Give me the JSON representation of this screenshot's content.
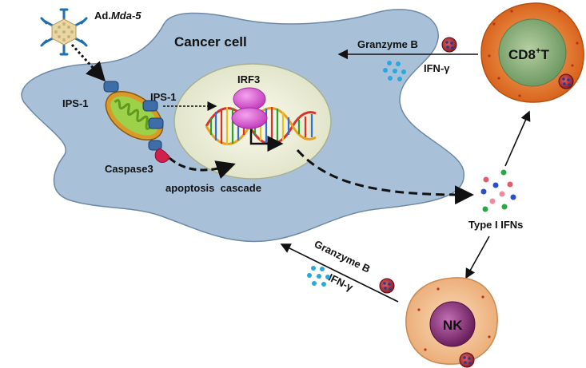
{
  "labels": {
    "virus_prefix": "Ad.",
    "virus_gene": "Mda-5",
    "cancer_cell": "Cancer cell",
    "ips1_left": "IPS-1",
    "ips1_right": "IPS-1",
    "irf3": "IRF3",
    "caspase3": "Caspase3",
    "apoptosis": "apoptosis  cascade",
    "granzyme_top": "Granzyme B",
    "ifn_top": "IFN-γ",
    "cd8_main": "CD8",
    "cd8_sup": "+",
    "cd8_tail": "T",
    "type1_ifns": "Type I IFNs",
    "granzyme_bottom": "Granzyme B",
    "ifn_bottom": "IFN-γ",
    "nk": "NK"
  },
  "colors": {
    "cancer_cell_fill": "#aec5da",
    "nucleus_fill": "#eef0dc",
    "irf3": "#d94fcf",
    "cd8_outer": "#e8873a",
    "cd8_inner": "#8fb37d",
    "nk_outer": "#f2c79e",
    "nk_inner": "#8a3a7a",
    "mitochondria": "#7fbf3f",
    "ifn_dots": "#29a8e0",
    "granule": "#c03030"
  }
}
